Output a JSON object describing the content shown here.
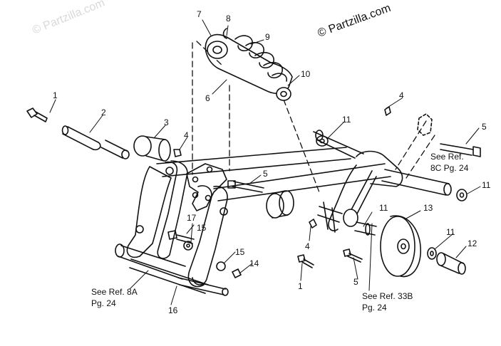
{
  "watermark": {
    "main": "© Partzilla.com",
    "faded": "© Partzilla.com"
  },
  "callouts": [
    "1",
    "2",
    "3",
    "4",
    "5",
    "6",
    "7",
    "8",
    "9",
    "10",
    "11",
    "12",
    "13",
    "14",
    "15",
    "16",
    "17"
  ],
  "references": {
    "ref_8c_line1": "See Ref.",
    "ref_8c_line2": "8C Pg. 24",
    "ref_8a_line1": "See Ref. 8A",
    "ref_8a_line2": "Pg. 24",
    "ref_33b_line1": "See Ref. 33B",
    "ref_33b_line2": "Pg. 24"
  },
  "colors": {
    "ink": "#111111",
    "paper": "#ffffff",
    "watermark_faded": "#d9d9d9"
  }
}
